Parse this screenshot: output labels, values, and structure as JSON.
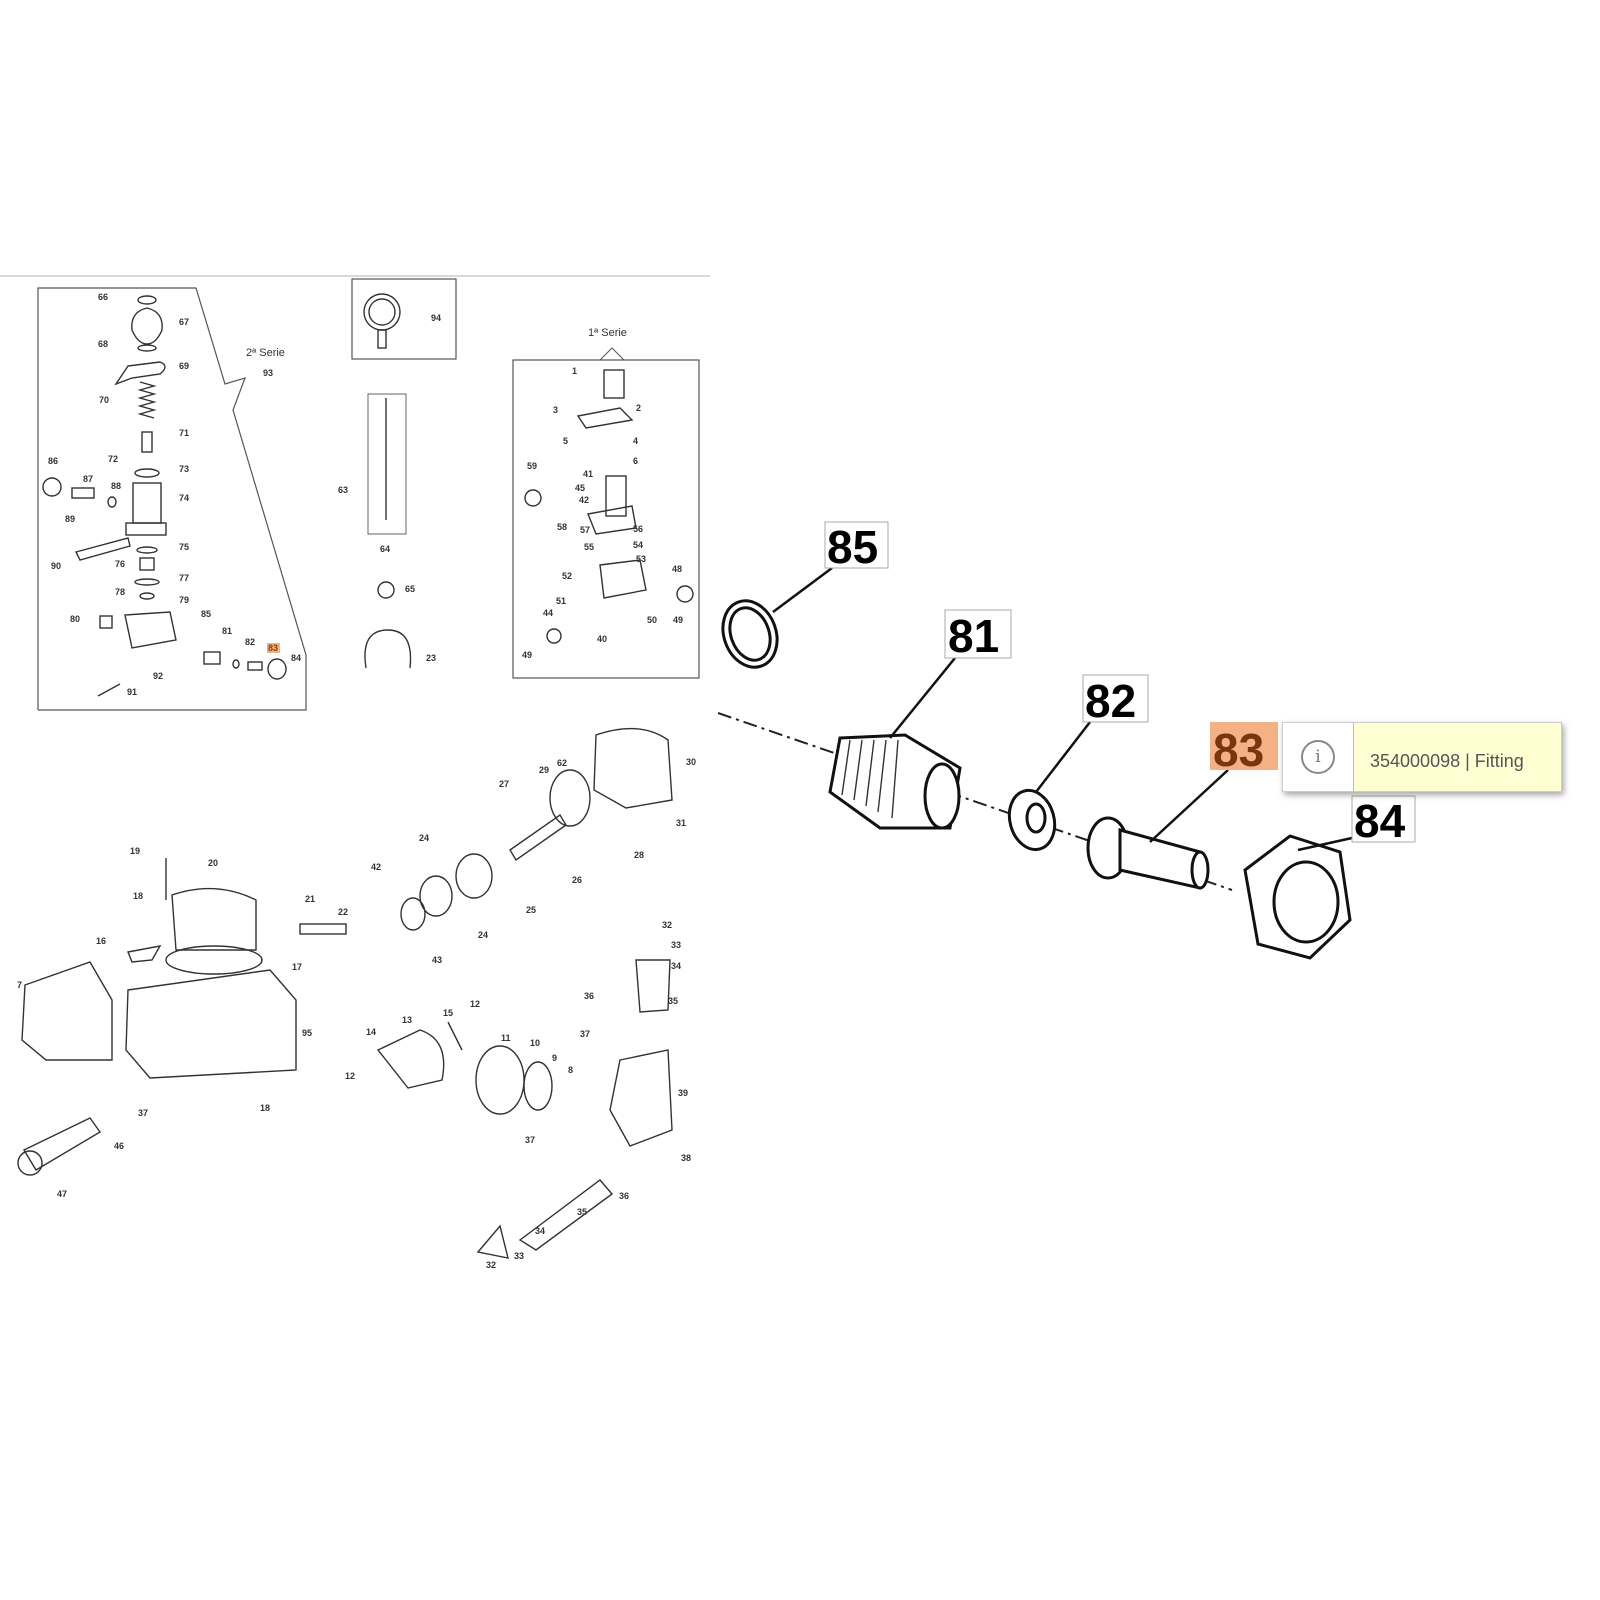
{
  "diagram": {
    "series2_label": "2ª Serie",
    "series1_label": "1ª Serie",
    "callouts": [
      "66",
      "67",
      "68",
      "69",
      "70",
      "71",
      "72",
      "73",
      "74",
      "75",
      "76",
      "77",
      "78",
      "79",
      "80",
      "86",
      "87",
      "88",
      "89",
      "90",
      "85",
      "81",
      "82",
      "84",
      "91",
      "92",
      "93",
      "94",
      "63",
      "64",
      "65",
      "23",
      "1",
      "2",
      "3",
      "4",
      "5",
      "6",
      "59",
      "41",
      "45",
      "42",
      "58",
      "57",
      "56",
      "55",
      "54",
      "53",
      "52",
      "48",
      "51",
      "44",
      "50",
      "49",
      "40",
      "49",
      "30",
      "62",
      "29",
      "27",
      "31",
      "28",
      "24",
      "42",
      "26",
      "25",
      "24",
      "43",
      "19",
      "20",
      "18",
      "21",
      "22",
      "16",
      "17",
      "7",
      "95",
      "18",
      "12",
      "15",
      "13",
      "14",
      "11",
      "10",
      "9",
      "8",
      "12",
      "37",
      "46",
      "47",
      "37",
      "36",
      "32",
      "33",
      "34",
      "35",
      "39",
      "37",
      "38",
      "36",
      "35",
      "34",
      "33",
      "32"
    ],
    "highlighted_small_callout": "83",
    "large_callouts": {
      "p85": "85",
      "p81": "81",
      "p82": "82",
      "p83": "83",
      "p84": "84"
    },
    "highlight_color": "#f4b183"
  },
  "tooltip": {
    "icon": "info-icon",
    "icon_glyph": "i",
    "text": "354000098 | Fitting"
  }
}
